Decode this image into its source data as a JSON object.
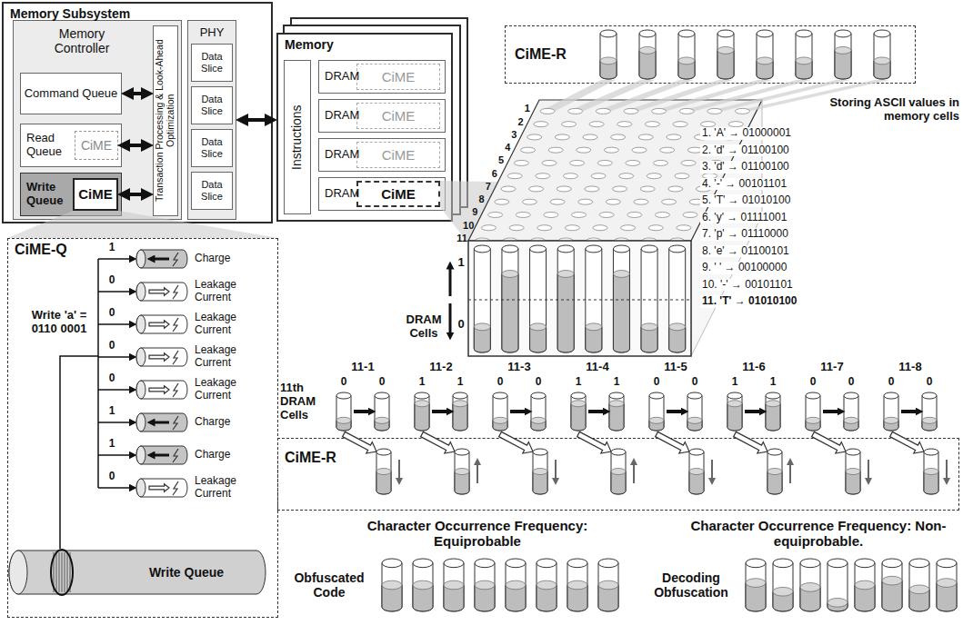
{
  "diagram": {
    "nodes": [
      {
        "text": [
          "Memory Subsystem"
        ]
      },
      {
        "text": [
          "Memory Controller"
        ],
        "in": 0
      },
      {
        "text": [
          "Command Queue"
        ],
        "in": 1
      },
      {
        "text": [
          "Read Queue"
        ],
        "in": 1
      },
      {
        "text": [
          "CiME"
        ],
        "in": 3
      },
      {
        "text": [
          "Write Queue"
        ],
        "in": 1
      },
      {
        "text": [
          "CiME"
        ],
        "in": 5
      },
      {
        "text": [
          "Transaction Processing & Look-Ahead Optimization"
        ],
        "in": 1
      },
      {
        "text": [
          "PHY"
        ],
        "in": 0
      },
      {
        "text": [
          "Data Slice"
        ],
        "in": 8
      },
      {
        "text": [
          "Data Slice"
        ],
        "in": 8
      },
      {
        "text": [
          "Data Slice"
        ],
        "in": 8
      },
      {
        "text": [
          "Data Slice"
        ],
        "in": 8
      },
      {
        "text": [
          "Memory"
        ]
      },
      {
        "text": [
          "Instructions"
        ],
        "in": 13
      },
      {
        "text": [
          "DRAM"
        ],
        "in": 13
      },
      {
        "text": [
          "CiME"
        ],
        "in": 15
      },
      {
        "text": [
          "DRAM"
        ],
        "in": 13
      },
      {
        "text": [
          "CiME"
        ],
        "in": 17
      },
      {
        "text": [
          "DRAM"
        ],
        "in": 13
      },
      {
        "text": [
          "CiME"
        ],
        "in": 19
      },
      {
        "text": [
          "DRAM"
        ],
        "in": 13
      },
      {
        "text": [
          "CiME"
        ],
        "in": 21
      },
      {
        "text": [
          "CiME-R"
        ]
      },
      {
        "text": [
          "CiME-Q"
        ]
      },
      {
        "text": [
          "CiME-R"
        ]
      }
    ],
    "edges": [
      {
        "from": 2,
        "to": 7,
        "arrow": "both"
      },
      {
        "from": 4,
        "to": 7,
        "arrow": "both"
      },
      {
        "from": 6,
        "to": 7,
        "arrow": "both"
      },
      {
        "from": 8,
        "to": 13,
        "arrow": "both"
      }
    ],
    "labels": [
      "Storing ASCII values in memory cells",
      "1. 'A' → 01000001",
      "2. 'd' → 01100100",
      "3. 'd' → 01100100",
      "4. '-' → 00101101",
      "5. 'T' → 01010100",
      "6. 'y' → 01111001",
      "7. 'p' → 01110000",
      "8. 'e' → 01100101",
      "9. ' ' → 00100000",
      "10. '-' → 00101101",
      "11. 'T' → 01010100",
      "1",
      "2",
      "3",
      "4",
      "5",
      "6",
      "7",
      "8",
      "9",
      "10",
      "11",
      "DRAM Cells",
      "1",
      "0",
      "1",
      "0",
      "0",
      "0",
      "0",
      "1",
      "1",
      "0",
      "Charge",
      "Leakage Current",
      "Leakage Current",
      "Leakage Current",
      "Leakage Current",
      "Charge",
      "Charge",
      "Leakage Current",
      "Write 'a' = 0110 0001",
      "Write Queue",
      "11th DRAM Cells",
      "11-1",
      "11-2",
      "11-3",
      "11-4",
      "11-5",
      "11-6",
      "11-7",
      "11-8",
      "0",
      "0",
      "1",
      "1",
      "0",
      "0",
      "1",
      "1",
      "0",
      "0",
      "1",
      "1",
      "0",
      "0",
      "0",
      "0",
      "Character Occurrence Frequency: Equiprobable",
      "Character Occurrence Frequency: Non-equiprobable.",
      "Obfuscated Code",
      "Decoding Obfuscation"
    ]
  }
}
